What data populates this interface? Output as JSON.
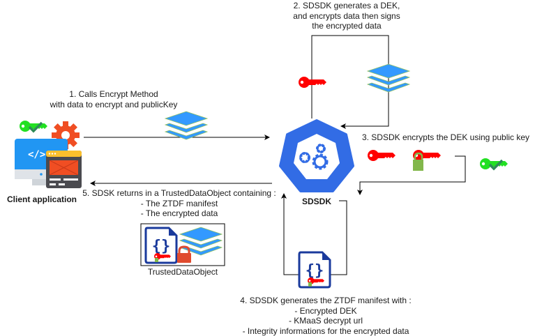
{
  "diagram": {
    "nodes": {
      "client": {
        "label": "Client application",
        "icon": "client-app-icon"
      },
      "sdsdk": {
        "label": "SDSDK",
        "icon": "sdk-gear-heptagon-icon",
        "color": "#326ce5"
      },
      "trusted_data_object": {
        "label": "TrustedDataObject",
        "icon": "trusted-data-object-icon"
      }
    },
    "steps": {
      "step1": {
        "lines": [
          "1. Calls Encrypt Method",
          "with data to encrypt and publicKey"
        ]
      },
      "step2": {
        "lines": [
          "2. SDSDK generates a DEK,",
          "and encrypts data then signs",
          "the encrypted data"
        ]
      },
      "step3": {
        "lines": [
          "3. SDSDK encrypts the DEK using public key"
        ]
      },
      "step4": {
        "lines": [
          "4. SDSDK generates the ZTDF manifest with :",
          "- Encrypted DEK",
          "- KMaaS decrypt url",
          "- Integrity informations for the encrypted data"
        ]
      },
      "step5": {
        "lines": [
          "5. SDSK returns in a TrustedDataObject containing :",
          "- The ZTDF manifest",
          "- The encrypted data"
        ]
      }
    },
    "colors": {
      "dek_key": "#ff0000",
      "public_key": "#22e022",
      "check": "#2e8b57",
      "data_layers": "#3399ff",
      "manifest": "#1a3a9c",
      "lock_green": "#82b74b",
      "lock_red": "#e04b2e"
    }
  }
}
